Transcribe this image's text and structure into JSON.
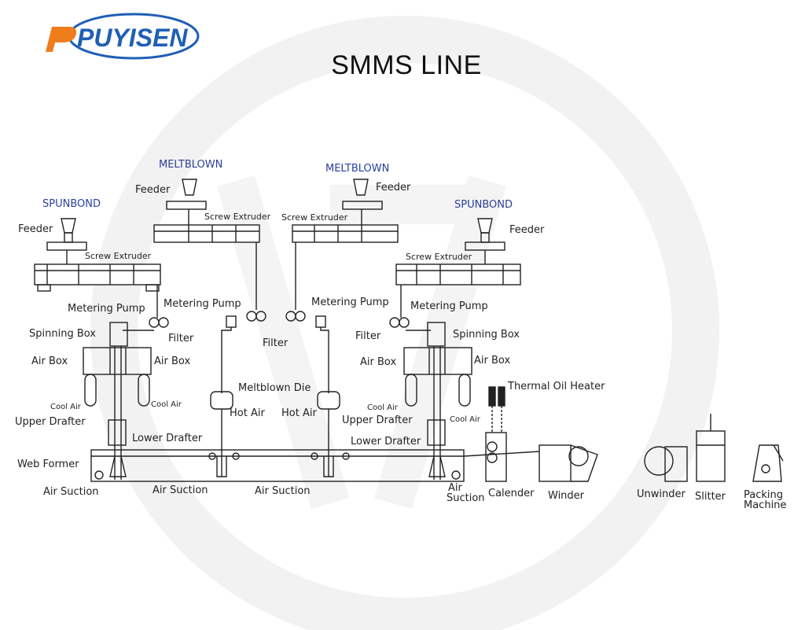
{
  "brand": {
    "name": "PUYISEN",
    "colors": {
      "orange": "#f07d1b",
      "blue": "#1f5fb4"
    }
  },
  "title": "SMMS LINE",
  "sections": {
    "spunbond_left": "SPUNBOND",
    "meltblown_left": "MELTBLOWN",
    "meltblown_right": "MELTBLOWN",
    "spunbond_right": "SPUNBOND"
  },
  "labels": {
    "feeder": "Feeder",
    "screw_extruder": "Screw  Extruder",
    "metering_pump": "Metering Pump",
    "filter": "Filter",
    "spinning_box": "Spinning Box",
    "air_box": "Air Box",
    "cool_air": "Cool Air",
    "upper_drafter": "Upper Drafter",
    "lower_drafter": "Lower Drafter",
    "meltblown_die": "Meltblown Die",
    "hot_air": "Hot Air",
    "web_former": "Web Former",
    "air_suction": "Air Suction",
    "air": "Air",
    "suction": "Suction",
    "thermal_oil_heater": "Thermal Oil Heater",
    "calender": "Calender",
    "winder": "Winder",
    "unwinder": "Unwinder",
    "slitter": "Slitter",
    "packing": "Packing",
    "machine": "Machine"
  }
}
